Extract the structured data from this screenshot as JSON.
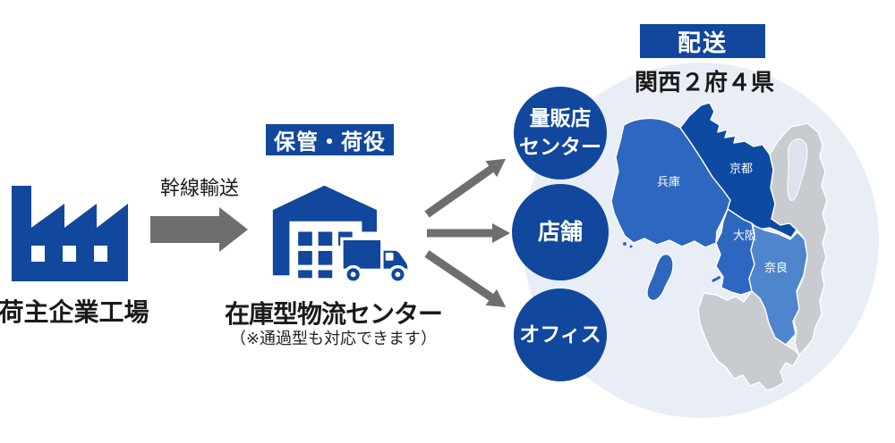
{
  "flow": {
    "factory_label": "荷主企業工場",
    "transport_label": "幹線輸送",
    "storage_badge": "保管・荷役",
    "warehouse_label": "在庫型物流センター",
    "warehouse_note": "（※通過型も対応できます）",
    "destinations": [
      {
        "line1": "量販店",
        "line2": "センター"
      },
      {
        "line1": "店舗",
        "line2": ""
      },
      {
        "line1": "オフィス",
        "line2": ""
      }
    ]
  },
  "delivery": {
    "badge": "配送",
    "area": "関西２府４県",
    "prefectures": [
      {
        "name": "兵庫"
      },
      {
        "name": "京都"
      },
      {
        "name": "大阪"
      },
      {
        "name": "奈良"
      }
    ]
  },
  "colors": {
    "navy": "#11479c",
    "map_dark_blue": "#0d4ba3",
    "map_medium_blue": "#2e67bf",
    "map_light_blue": "#4f85cd",
    "map_gray": "#c8cbcf",
    "map_lake": "#dde3ee",
    "bg_circle": "#e9edf6",
    "arrow_gray": "#6e6e6e",
    "text_black": "#1a1a1a"
  }
}
